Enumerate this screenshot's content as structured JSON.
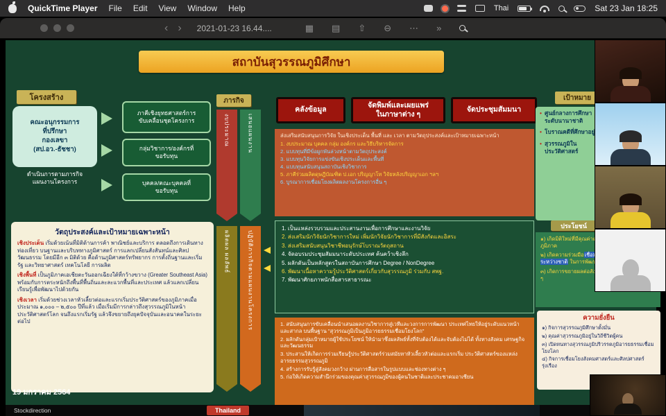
{
  "colors": {
    "slide_bg": "#17442f",
    "banner_gold": "#f2b33d",
    "banner_text": "#7a1f04",
    "box_red": "#9c150d",
    "box_rust": "#bf5830",
    "box_green": "#1b4f33",
    "box_orange": "#cf6a1d",
    "accent_yellow": "#ffd83d",
    "accent_cyan": "#86d7ff"
  },
  "menubar": {
    "app_name": "QuickTime Player",
    "menus": [
      "File",
      "Edit",
      "View",
      "Window",
      "Help"
    ],
    "input_source": "Thai",
    "clock": "Sat 23 Jan 18:25"
  },
  "titlebar": {
    "title": "2021-01-23 16.44....",
    "nav_back": "‹",
    "nav_forward": "›",
    "view_icon": "▦",
    "group_icon": "▤",
    "share_icon": "⇧",
    "remove_icon": "⊖",
    "more_icon": "⋯",
    "forward_icon": "»"
  },
  "slide": {
    "title": "สถาบันสุวรรณภูมิศึกษา",
    "date": "19 มกราคม 2564",
    "structure": {
      "label": "โครงสร้าง",
      "committee": "คณะอนุกรรมการ\nที่ปรึกษา\nกองเลขา\n(สป.อว.-ธัชชา)",
      "committee_note": "ดำเนินการตามภารกิจ\nแผนงานโครงการ",
      "partners": [
        "ภาคีเชิงยุทธศาสตร์การ\nขับเคลื่อนชุดโครงการ",
        "กลุ่มวิชาการ/องค์กรที่\nขอรับทุน",
        "บุคคล/คณะบุคคลที่\nขอรับทุน"
      ]
    },
    "mission": {
      "label": "ภารกิจ",
      "ribbons": [
        "งบประมาณ",
        "เสนอแผนงาน",
        "ผลิตผล ผลลัพธ์",
        "ปฏิบัติภารกิจตามแผนงานโครงการ"
      ]
    },
    "top_boxes": [
      "คลังข้อมูล",
      "จัดพิมพ์และเผยแพร่\nในภาษาต่าง ๆ",
      "จัดประชุมสัมมนา"
    ],
    "research": {
      "header": "ส่งเสริมสนับสนุนการวิจัย ในเชิงประเด็น พื้นที่ และ เวลา ตามวัตถุประสงค์และเป้าหมายเฉพาะหน้า",
      "items": [
        "1. งบประมาณ บุคคล กลุ่ม องค์กร และวิธีบริหารจัดการ",
        "2. แบบทุนที่มีข้อผูกพันล่วงหน้าตามวัตถุประสงค์",
        "3. แบบทุนวิจัยการแข่งขันเชิงประเด็นและพื้นที่",
        "4. แบบทุนสนับสนุนสถาบันเชิงวิชาการ",
        "5. ภาคีร่วมผลิตดุษฎีบัณฑิต ป.เอก ปริญญาโท วิจัยหลังปริญญาเอก ฯลฯ",
        "6. บูรณาการเชื่อมโยงผลิตผลงานโครงการอื่น ๆ"
      ]
    },
    "roles": {
      "items": [
        "1.  เป็นแหล่งรวบรวมและประสานงานเพื่อการศึกษาและงานวิจัย",
        "2.  ส่งเสริมนักวิจัยนักวิชาการใหม่ เพิ่มนักวิจัยนักวิชาการที่มีสังกัดและอิสระ",
        "3.  ส่งเสริมสนับสนุนวิชาชีพอนุรักษ์โบราณวัตถุสถาน",
        "4.  จัดอบรมประชุมสัมมนาระดับประเทศ ค้นคว้าเชิงลึก",
        "5.  ผลักดันเป็นหลักสูตรในสถาบันการศึกษา Degree / NonDegree",
        "6.  พัฒนาเนื้อหาความรู้ประวัติศาสตร์เกี่ยวกับสุวรรณภูมิ ร่วมกับ สพฐ.",
        "7.  พัฒนาศักยภาพนักสื่อสารสาธารณะ"
      ]
    },
    "drive": {
      "items": [
        "1. สนับสนุนการขับเคลื่อนนำเสนอผลงานวิชาการสู่เวทีและวงการการพัฒนา ประเทศไทยให้อยู่ระดับแนวหน้าและสากล บนพื้นฐาน \"สุวรรณภูมิเป็นภูมิอารยธรรมเชื่อมโยงโลก\"",
        "2. ผลักดันกลุ่มเป้าหมายผู้ใช้ประโยชน์ ให้นำมาซึ่งผลลัพธ์ทั้งที่จับต้องได้และจับต้องไม่ได้ ทั้งทางสังคม เศรษฐกิจและวัฒนธรรม",
        "3. ประสานให้เกิดการร่วมเรียนรู้ประวัติศาสตร์ร่วมสมัยหาหัวเลี้ยวหัวต่อและแรกเริ่ม ประวัติศาสตร์ของแหล่งอารยธรรมสุวรรณภูมิ",
        "4. สร้างการรับรู้สู่สังคมวงกว้าง ผ่านการสื่อสารในรูปแบบและช่องทางต่าง ๆ",
        "5. ก่อให้เกิดความสำนึกร่วมของคุณค่าสุวรรณภูมิของผู้คนในชาติและประชาคมอาเซียน"
      ]
    },
    "objectives": {
      "header": "วัตถุประสงค์และเป้าหมายเฉพาะหน้า",
      "p1_lead": "เชิงประเด็น",
      "p1": "เริ่มด้วยเน้นที่มิติด้านการค้า พาณิชย์และบริการ ตลอดถึงการเดินทางท่องเที่ยว บนฐานและบริบททางภูมิศาสตร์ การแลกเปลี่ยนสังสันทน์และศิลปวัฒนธรรม โดยมีอีก ๓ มิติด้วย คือด้านภูมิศาสตร์ทรัพยากร การตั้งถิ่นฐานและเริ่มรัฐ และวิทยาศาสตร์ เทคโนโลยี การผลิต",
      "p2_lead": "เชิงพื้นที่",
      "p2": "เป็นภูมิภาคเอเชียตะวันออกเฉียงใต้ที่กว้างขวาง (Greater Southeast Asia) พร้อมกับการตระหนักถึงพื้นที่พื้นถิ่นและละแวกพื้นที่และประเทศ แล้วแลกเปลี่ยนเรียนรู้เพื่อพัฒนาไปด้วยกัน",
      "p3_lead": "เชิงเวลา",
      "p3": "เริ่มด้วยช่วงเวลาหัวเลี้ยวต่อและแรกเริ่มประวัติศาสตร์ของภูมิภาคเมื่อประมาณ ๑,๐๐๐ – ๒,๕๐๐ ปีที่แล้ว เมื่อเริ่มมีการกล่าวถึงสุวรรณภูมิในหน้าประวัติศาสตร์โลก จนถึงแรกเริ่มรัฐ แล้วจึงขยายถึงยุคปัจจุบันและอนาคตในระยะต่อไป"
    },
    "goals": {
      "label": "เป้าหมาย",
      "items": [
        "ศูนย์กลางการศึกษา ระดับนานาชาติ",
        "โบราณคดีที่ศึกษาอยู่",
        "สุวรรณภูมิใน ประวัติศาสตร์"
      ]
    },
    "benefits": {
      "label": "ประโยชน์",
      "item1": "๑) เกิดมิติใหม่ที่มีคุณค่าต่อสังคม ประเทศชาติ และภูมิภาค",
      "item2_pre": "๒) เกิดความร่วมมือ",
      "item2_hl": "เชื่อมโยงคนในชาติ และระหว่างชาติ",
      "item2_post": " ในการพัฒนา",
      "item3": "๓) เกิดการขยายผลต่อสังคมและเศรษฐกิจ ในมิติต่าง ๆ"
    },
    "sustainability": {
      "label": "ความยั่งยืน",
      "items": [
        "๑) กิจการสุวรรณภูมิศึกษาตั้งมั่น",
        "๒) คุณค่าสุวรรณภูมิอยู่ในวิถีชีวิตผู้คน",
        "๓) เปิดหนทางสุวรรณภูมิปริวรรตภูมิอารยธรรมเชื่อมโยงโลก",
        "๔) กิจการเชื่อมโยงสังคมศาสตร์และศิลปศาสตร์รุ่งเรือง"
      ]
    }
  },
  "footer": {
    "watermark": "Stockdirection",
    "banner": "Thailand"
  }
}
